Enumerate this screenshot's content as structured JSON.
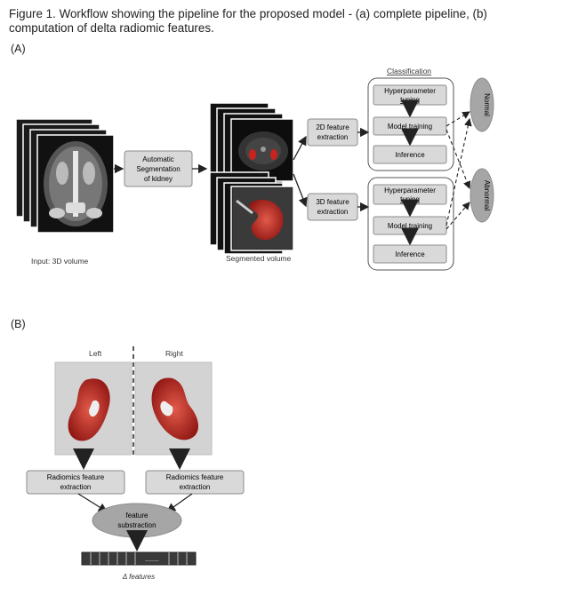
{
  "caption": "Figure 1. Workflow showing the pipeline for the proposed model - (a) complete pipeline, (b) computation of delta radiomic features.",
  "panelA": {
    "label": "(A)",
    "input_label": "Input: 3D volume",
    "segmentation_box": [
      "Automatic",
      "Segmentation",
      "of kidney"
    ],
    "segmented_label": "Segmented volume",
    "feature_2d": [
      "2D feature",
      "extraction"
    ],
    "feature_3d": [
      "3D feature",
      "extraction"
    ],
    "classification_title": "Classification",
    "hyperparameter": [
      "Hyperparameter",
      "tuning"
    ],
    "model_training": "Model training",
    "inference": "Inference",
    "normal": "Normal",
    "abnormal": "Abnormal"
  },
  "panelB": {
    "label": "(B)",
    "left": "Left",
    "right": "Right",
    "radiomics": [
      "Radiomics feature",
      "extraction"
    ],
    "substraction": [
      "feature",
      "substraction"
    ],
    "dots": "........",
    "delta": "Δ features"
  },
  "colors": {
    "box_fill": "#d9d9d9",
    "box_stroke": "#8c8c8c",
    "kidney_red": "#c8231e",
    "ct_dark": "#111111"
  }
}
